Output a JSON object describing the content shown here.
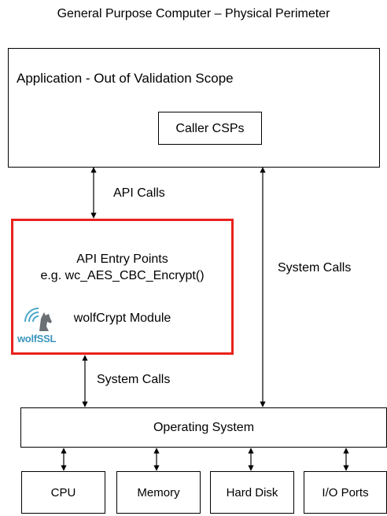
{
  "title": "General Purpose Computer – Physical Perimeter",
  "application": {
    "label": "Application - Out of Validation Scope",
    "caller_csps": "Caller CSPs"
  },
  "api_calls_label": "API Calls",
  "module": {
    "entry_points": "API Entry Points",
    "example": "e.g. wc_AES_CBC_Encrypt()",
    "name": "wolfCrypt Module",
    "logo_text": "wolfSSL",
    "border_color": "#e8221c"
  },
  "system_calls_right": "System Calls",
  "system_calls_lower": "System Calls",
  "operating_system": "Operating System",
  "hardware": [
    {
      "label": "CPU"
    },
    {
      "label": "Memory"
    },
    {
      "label": "Hard Disk"
    },
    {
      "label": "I/O Ports"
    }
  ]
}
